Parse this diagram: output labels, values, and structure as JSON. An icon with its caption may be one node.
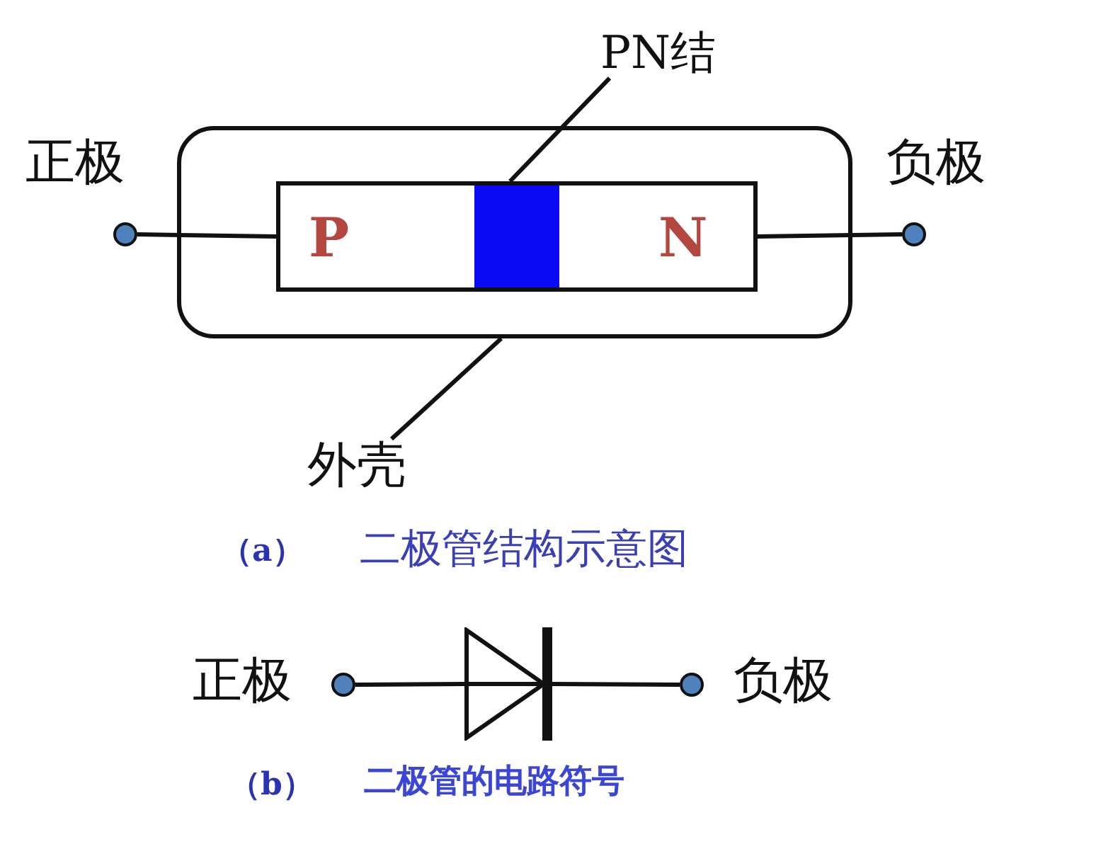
{
  "diagram": {
    "nodes": [
      {
        "text": [
          "PN结"
        ]
      },
      {
        "text": [],
        "shape": "box"
      },
      {
        "text": [],
        "shape": "circle",
        "beside": [
          "正极"
        ]
      },
      {
        "text": [
          "P"
        ],
        "in": 1
      },
      {
        "text": [],
        "shape": "box",
        "in": 1
      },
      {
        "text": [
          "N"
        ],
        "in": 1
      },
      {
        "text": [],
        "shape": "circle",
        "beside": [
          "负极"
        ]
      },
      {
        "text": [
          "外壳"
        ]
      },
      {
        "text": [],
        "shape": "circle",
        "beside": [
          "正极"
        ]
      },
      {
        "text": [],
        "shape": "diode"
      },
      {
        "text": [],
        "shape": "circle",
        "beside": [
          "负极"
        ]
      }
    ],
    "edges": [
      {
        "from": 0,
        "to": 4,
        "arrow": "none"
      },
      {
        "from": 2,
        "to": 3,
        "arrow": "none"
      },
      {
        "from": 5,
        "to": 6,
        "arrow": "none"
      },
      {
        "from": 7,
        "to": 1,
        "arrow": "none"
      },
      {
        "from": 8,
        "to": 9,
        "arrow": "none"
      },
      {
        "from": 9,
        "to": 10,
        "arrow": "none"
      }
    ],
    "labels": [
      "（a）",
      "二极管结构示意图",
      "（b）",
      "二极管的电路符号"
    ]
  }
}
